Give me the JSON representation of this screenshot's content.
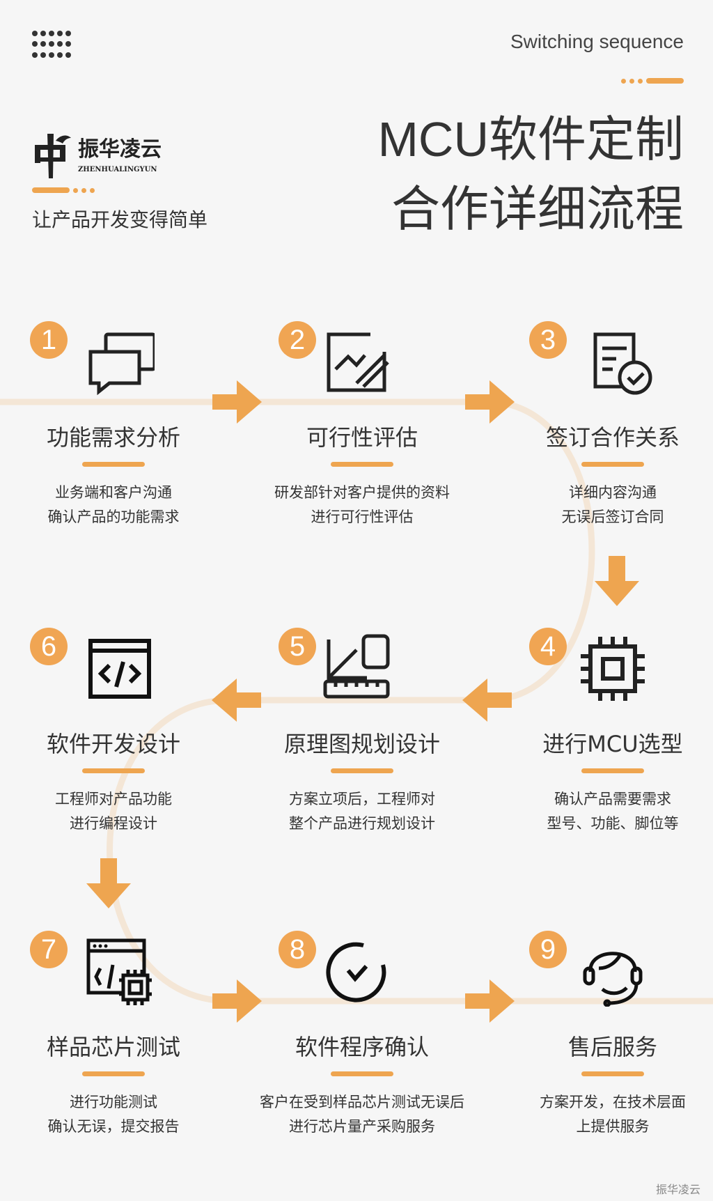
{
  "header": {
    "subtitle": "Switching sequence",
    "title_line1": "MCU软件定制",
    "title_line2": "合作详细流程"
  },
  "brand": {
    "logo_text": "振华凌云",
    "logo_sub": "ZHENHUALINGYUN",
    "tagline": "让产品开发变得简单",
    "watermark": "振华凌云"
  },
  "colors": {
    "accent": "#eea550",
    "path": "#f4e6d6",
    "text": "#333333"
  },
  "steps": [
    {
      "num": "1",
      "title": "功能需求分析",
      "desc1": "业务端和客户沟通",
      "desc2": "确认产品的功能需求",
      "icon": "chat-bubbles-icon"
    },
    {
      "num": "2",
      "title": "可行性评估",
      "desc1": "研发部针对客户提供的资料",
      "desc2": "进行可行性评估",
      "icon": "chart-edit-icon"
    },
    {
      "num": "3",
      "title": "签订合作关系",
      "desc1": "详细内容沟通",
      "desc2": "无误后签订合同",
      "icon": "document-check-icon"
    },
    {
      "num": "4",
      "title": "进行MCU选型",
      "desc1": "确认产品需要需求",
      "desc2": "型号、功能、脚位等",
      "icon": "chip-icon"
    },
    {
      "num": "5",
      "title": "原理图规划设计",
      "desc1": "方案立项后，工程师对",
      "desc2": "整个产品进行规划设计",
      "icon": "design-ruler-icon"
    },
    {
      "num": "6",
      "title": "软件开发设计",
      "desc1": "工程师对产品功能",
      "desc2": "进行编程设计",
      "icon": "code-window-icon"
    },
    {
      "num": "7",
      "title": "样品芯片测试",
      "desc1": "进行功能测试",
      "desc2": "确认无误，提交报告",
      "icon": "code-chip-icon"
    },
    {
      "num": "8",
      "title": "软件程序确认",
      "desc1": "客户在受到样品芯片测试无误后",
      "desc2": "进行芯片量产采购服务",
      "icon": "check-circle-icon"
    },
    {
      "num": "9",
      "title": "售后服务",
      "desc1": "方案开发，在技术层面",
      "desc2": "上提供服务",
      "icon": "headset-agent-icon"
    }
  ]
}
